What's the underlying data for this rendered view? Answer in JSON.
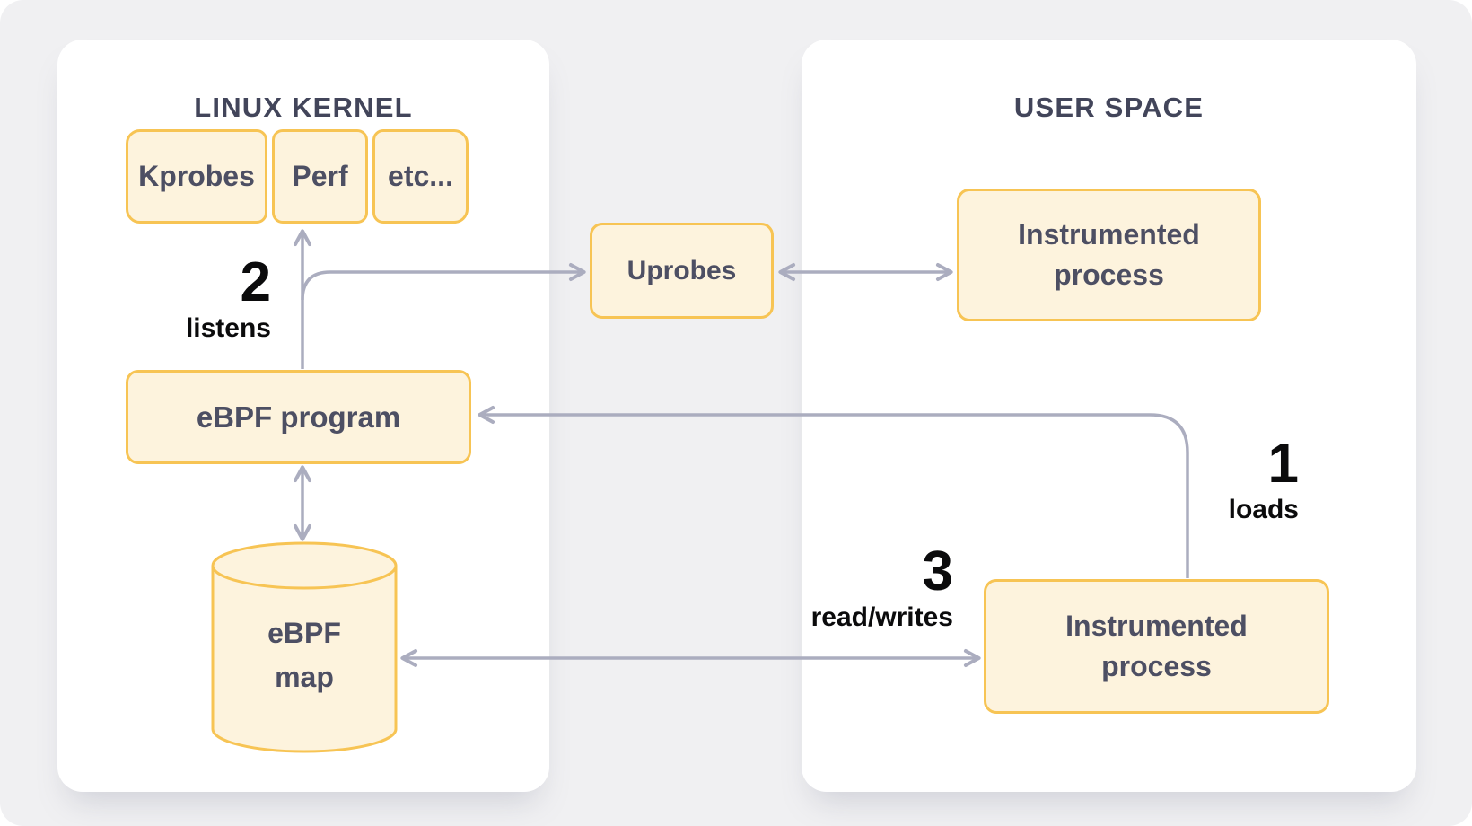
{
  "panels": {
    "kernel": {
      "title": "LINUX KERNEL"
    },
    "user": {
      "title": "USER SPACE"
    }
  },
  "nodes": {
    "probes": {
      "cells": [
        "Kprobes",
        "Perf",
        "etc..."
      ]
    },
    "uprobes": {
      "label": "Uprobes"
    },
    "ebpf_program": {
      "label": "eBPF program"
    },
    "ebpf_map": {
      "label": "eBPF\nmap"
    },
    "instrumented_top": {
      "label": "Instrumented\nprocess"
    },
    "instrumented_bottom": {
      "label": "Instrumented\nprocess"
    }
  },
  "steps": {
    "s1": {
      "number": "1",
      "label": "loads"
    },
    "s2": {
      "number": "2",
      "label": "listens"
    },
    "s3": {
      "number": "3",
      "label": "read/writes"
    }
  },
  "edges": [
    {
      "from": "ebpf_program",
      "to": "probes",
      "direction": "one-way",
      "step": "2"
    },
    {
      "from": "ebpf_program",
      "to": "uprobes",
      "direction": "one-way"
    },
    {
      "from": "uprobes",
      "to": "instrumented_top",
      "direction": "two-way"
    },
    {
      "from": "instrumented_bottom",
      "to": "ebpf_program",
      "direction": "one-way",
      "step": "1"
    },
    {
      "from": "ebpf_program",
      "to": "ebpf_map",
      "direction": "two-way"
    },
    {
      "from": "ebpf_map",
      "to": "instrumented_bottom",
      "direction": "two-way",
      "step": "3"
    }
  ],
  "colors": {
    "background": "#f0f0f2",
    "card": "#ffffff",
    "node_fill": "#fdf3dd",
    "node_border": "#f7c454",
    "arrow": "#abadbf",
    "panel_title": "#42455a",
    "node_text": "#4d4f63",
    "step_text": "#0b0b0c"
  }
}
